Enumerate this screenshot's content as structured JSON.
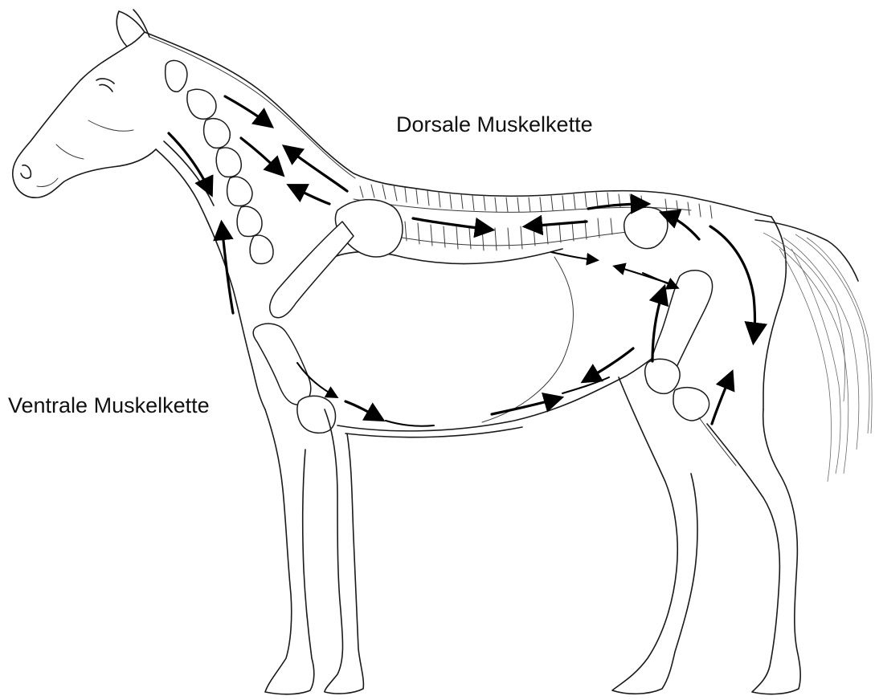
{
  "labels": {
    "dorsal": "Dorsale Muskelkette",
    "ventral": "Ventrale Muskelkette"
  },
  "illustration": {
    "subject": "horse-outline",
    "arrow_color": "#000000",
    "line_color": "#1a1a1a"
  }
}
